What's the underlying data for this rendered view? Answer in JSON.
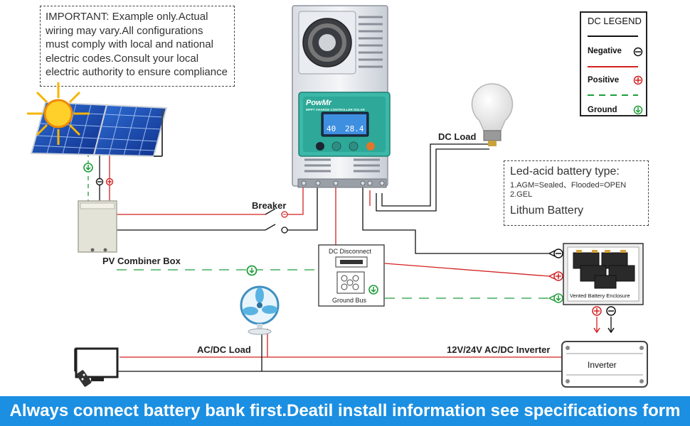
{
  "notice": "IMPORTANT: Example only.Actual wiring may vary.All configurations must comply with local and national electric codes.Consult your local electric authority to ensure compliance",
  "legend": {
    "title": "DC LEGEND",
    "negative": "Negative",
    "positive": "Positive",
    "ground": "Ground",
    "negative_color": "#111111",
    "positive_color": "#d42020",
    "ground_color": "#1f9d3a"
  },
  "controller": {
    "brand": "PowMr",
    "subtitle": "MPPT CHARGE CONTROLLER SOLAR",
    "display_left": "40",
    "display_right": "28.4"
  },
  "labels": {
    "dc_load": "DC Load",
    "breaker": "Breaker",
    "pv_combiner_box": "PV Combiner Box",
    "dc_disconnect": "DC Disconnect",
    "ground_bus": "Ground Bus",
    "ac_dc_load": "AC/DC Load",
    "inverter_label": "12V/24V AC/DC Inverter",
    "inverter": "Inverter",
    "battery_enclosure": "Vented Battery Enclosure"
  },
  "battery_types": {
    "title": "Led-acid battery type:",
    "line1": "1.AGM=Sealed、Flooded=OPEN",
    "line2": "2.GEL",
    "footer": "Lithum Battery"
  },
  "banner": "Always connect battery bank first.Deatil install information see specifications form",
  "icons": [
    "sun-icon",
    "solar-panel-icon",
    "light-bulb-icon",
    "fan-icon",
    "tv-icon",
    "remote-icon",
    "battery-icon",
    "ground-symbol-icon",
    "plus-symbol-icon",
    "minus-symbol-icon",
    "breaker-switch-icon"
  ]
}
